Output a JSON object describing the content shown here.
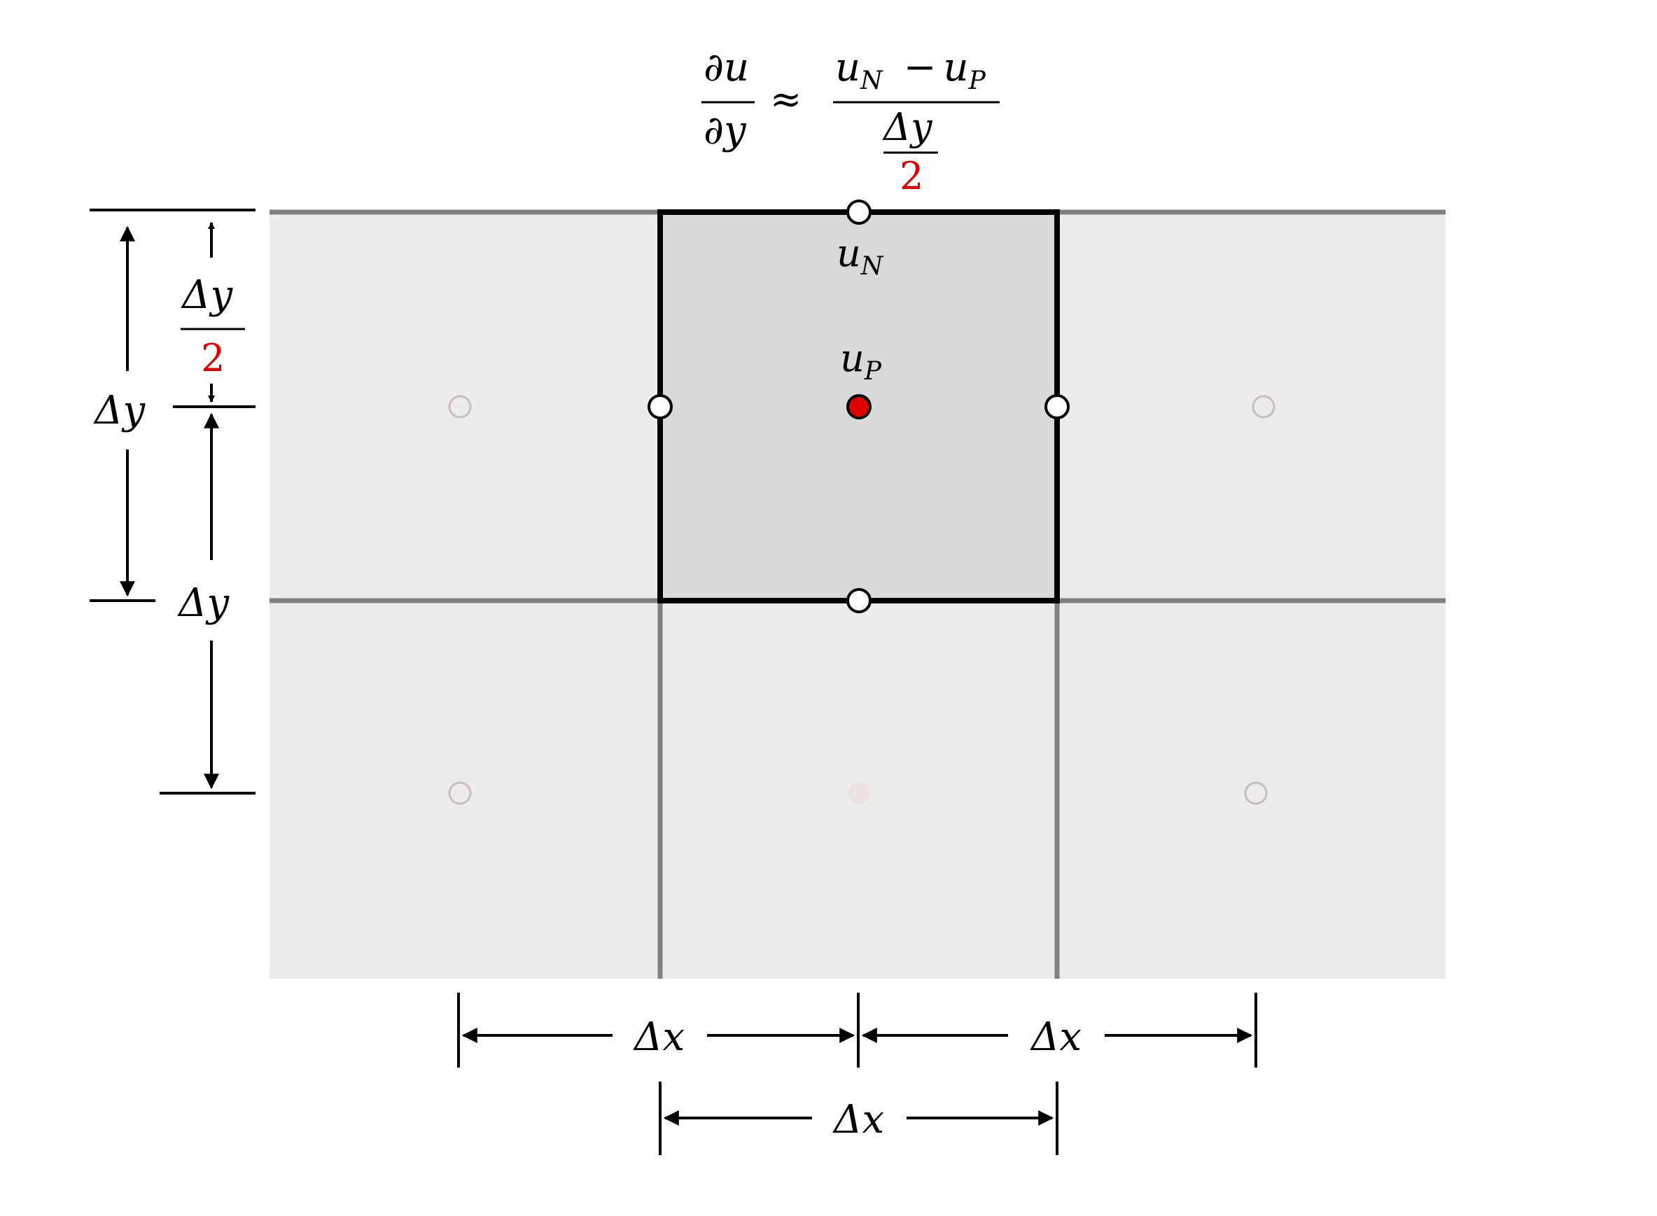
{
  "formula": {
    "lhs_num": "∂u",
    "lhs_den": "∂y",
    "approx": "≈",
    "rhs_num_a": "u",
    "rhs_num_a_sub": "N",
    "rhs_minus": "−",
    "rhs_num_b": "u",
    "rhs_num_b_sub": "P",
    "rhs_den_num": "Δy",
    "rhs_den_den": "2"
  },
  "labels": {
    "uN": "u",
    "uN_sub": "N",
    "uP": "u",
    "uP_sub": "P"
  },
  "dimensions": {
    "dy_full": "Δy",
    "dy_half_num": "Δy",
    "dy_half_den": "2",
    "dy_lower": "Δy",
    "dx_left": "Δx",
    "dx_right": "Δx",
    "dx_center": "Δx"
  },
  "colors": {
    "grid_fill": "#ececec",
    "active_cell_fill": "#d9d9d9",
    "grid_line": "#808080",
    "active_border": "#000000",
    "center_node": "#e00000",
    "accent_text": "#e00000",
    "faded_node": "#c8bcbc"
  }
}
